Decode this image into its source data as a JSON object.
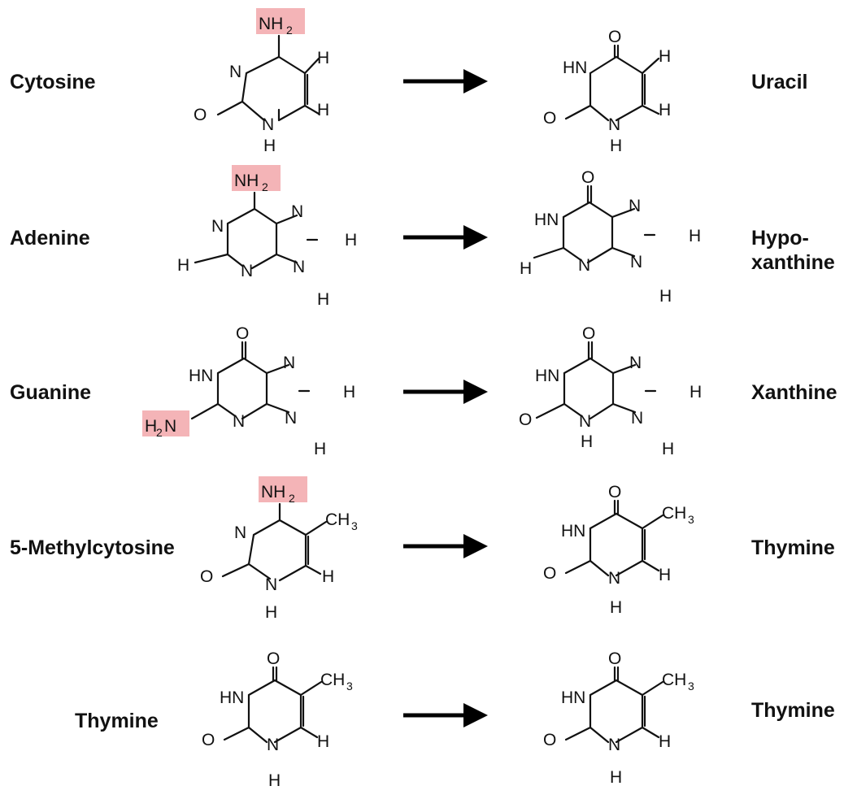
{
  "rows": [
    {
      "from": "Cytosine",
      "to": "Uracil"
    },
    {
      "from": "Adenine",
      "to_line1": "Hypo-",
      "to_line2": "xanthine"
    },
    {
      "from": "Guanine",
      "to": "Xanthine"
    },
    {
      "from": "5-Methylcytosine",
      "to": "Thymine"
    },
    {
      "from": "Thymine",
      "to": "Thymine"
    }
  ],
  "atoms": {
    "nh2": "NH",
    "h2n": "H",
    "two": "2",
    "n": "N",
    "o": "O",
    "h": "H",
    "hn": "HN",
    "ch": "CH",
    "three": "3"
  },
  "colors": {
    "highlight": "#f4b4b7",
    "ink": "#111111"
  }
}
